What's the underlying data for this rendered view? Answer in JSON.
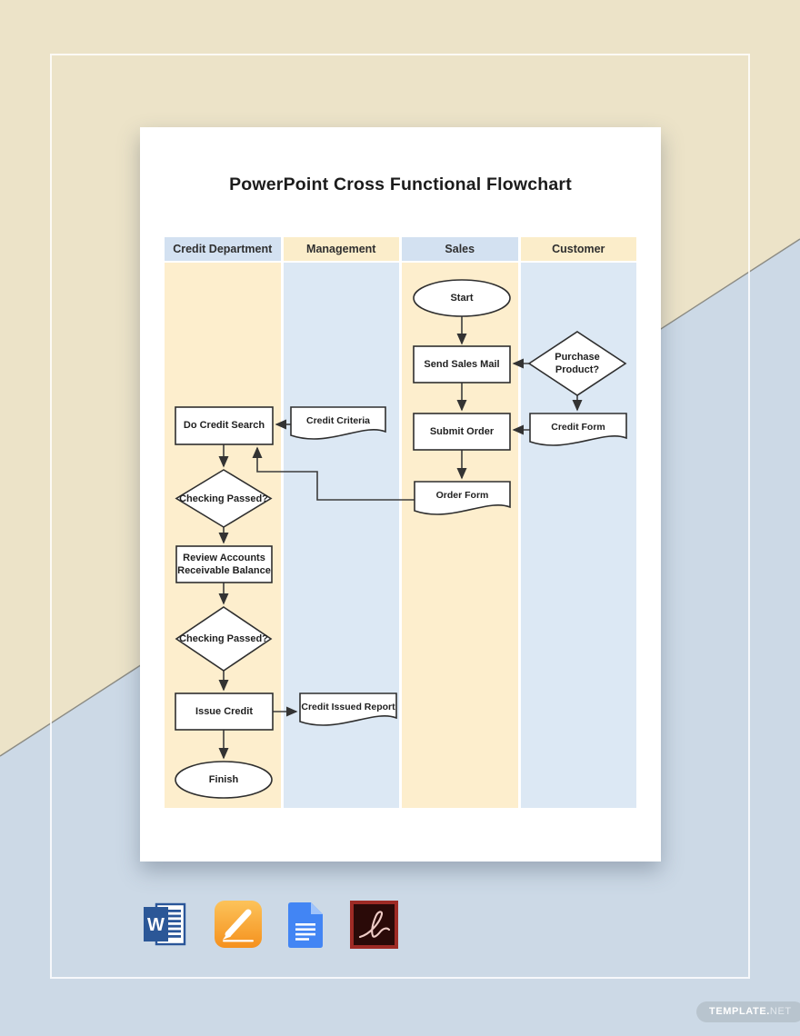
{
  "page": {
    "title": "PowerPoint Cross Functional Flowchart"
  },
  "lanes": [
    {
      "label": "Credit Department"
    },
    {
      "label": "Management"
    },
    {
      "label": "Sales"
    },
    {
      "label": "Customer"
    }
  ],
  "flowchart": {
    "nodes": {
      "start": {
        "label": "Start",
        "type": "terminator",
        "lane": "Sales"
      },
      "send_sales_mail": {
        "label": "Send Sales Mail",
        "type": "process",
        "lane": "Sales"
      },
      "submit_order": {
        "label": "Submit Order",
        "type": "process",
        "lane": "Sales"
      },
      "order_form": {
        "label": "Order Form",
        "type": "document",
        "lane": "Sales"
      },
      "purchase_product": {
        "label": "Purchase Product?",
        "type": "decision",
        "lane": "Customer"
      },
      "credit_form": {
        "label": "Credit Form",
        "type": "document",
        "lane": "Customer"
      },
      "do_credit_search": {
        "label": "Do Credit Search",
        "type": "process",
        "lane": "Credit Department"
      },
      "credit_criteria": {
        "label": "Credit Criteria",
        "type": "document",
        "lane": "Management"
      },
      "checking_passed_1": {
        "label": "Checking Passed?",
        "type": "decision",
        "lane": "Credit Department"
      },
      "review_accounts": {
        "label": "Review Accounts Receivable Balance",
        "type": "process",
        "lane": "Credit Department"
      },
      "checking_passed_2": {
        "label": "Checking Passed?",
        "type": "decision",
        "lane": "Credit Department"
      },
      "issue_credit": {
        "label": "Issue Credit",
        "type": "process",
        "lane": "Credit Department"
      },
      "credit_issued_report": {
        "label": "Credit Issued Report",
        "type": "document",
        "lane": "Management"
      },
      "finish": {
        "label": "Finish",
        "type": "terminator",
        "lane": "Credit Department"
      }
    },
    "edges": [
      {
        "from": "start",
        "to": "send_sales_mail"
      },
      {
        "from": "purchase_product",
        "to": "send_sales_mail"
      },
      {
        "from": "send_sales_mail",
        "to": "submit_order"
      },
      {
        "from": "purchase_product",
        "to": "credit_form"
      },
      {
        "from": "credit_form",
        "to": "submit_order"
      },
      {
        "from": "submit_order",
        "to": "order_form"
      },
      {
        "from": "order_form",
        "to": "do_credit_search"
      },
      {
        "from": "credit_criteria",
        "to": "do_credit_search"
      },
      {
        "from": "do_credit_search",
        "to": "checking_passed_1"
      },
      {
        "from": "checking_passed_1",
        "to": "review_accounts"
      },
      {
        "from": "review_accounts",
        "to": "checking_passed_2"
      },
      {
        "from": "checking_passed_2",
        "to": "issue_credit"
      },
      {
        "from": "issue_credit",
        "to": "credit_issued_report"
      },
      {
        "from": "issue_credit",
        "to": "finish"
      }
    ]
  },
  "footer_icons": [
    {
      "name": "ms-word-icon",
      "app": "Microsoft Word",
      "letter": "W"
    },
    {
      "name": "apple-pages-icon",
      "app": "Apple Pages"
    },
    {
      "name": "google-docs-icon",
      "app": "Google Docs"
    },
    {
      "name": "adobe-acrobat-icon",
      "app": "Adobe Acrobat PDF"
    }
  ],
  "watermark": {
    "bold": "TEMPLATE.",
    "light": "NET"
  },
  "colors": {
    "background_beige": "#ece3c8",
    "background_blue": "#ccd9e6",
    "lane_header_blue": "#d3e1f1",
    "lane_header_cream": "#fbedca",
    "lane_body_cream": "#fdeecd",
    "lane_body_blue": "#dce8f4",
    "shape_stroke": "#2f2f2f",
    "word_blue": "#2b5797",
    "pages_orange": "#f79a1f",
    "docs_blue": "#4285f4",
    "acrobat_red": "#9e2b25"
  }
}
